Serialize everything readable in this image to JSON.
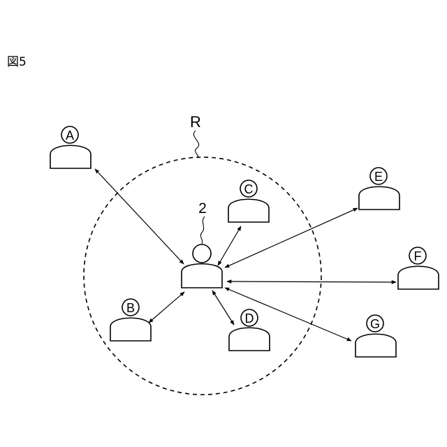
{
  "figure_label": "図5",
  "range_label": "R",
  "center_user_label": "2",
  "users": [
    {
      "id": "a",
      "label": "A"
    },
    {
      "id": "b",
      "label": "B"
    },
    {
      "id": "c",
      "label": "C"
    },
    {
      "id": "d",
      "label": "D"
    },
    {
      "id": "e",
      "label": "E"
    },
    {
      "id": "f",
      "label": "F"
    },
    {
      "id": "g",
      "label": "G"
    }
  ],
  "colors": {
    "line": "#000000",
    "background": "#ffffff"
  }
}
